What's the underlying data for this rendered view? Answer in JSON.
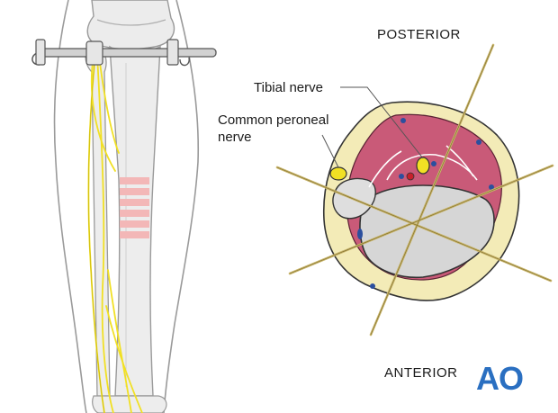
{
  "labels": {
    "posterior": "POSTERIOR",
    "anterior": "ANTERIOR",
    "tibial_nerve": "Tibial nerve",
    "common_peroneal_nerve": "Common peroneal nerve"
  },
  "logo": {
    "text": "AO"
  },
  "colors": {
    "muscle": "#c95a78",
    "subcutaneous_fat": "#f3ebb7",
    "bone": "#d9d9d9",
    "nerve": "#f1e024",
    "artery": "#c8202a",
    "vein": "#2b4f9e",
    "wire": "#c8b46a",
    "logo": "#2a6fc1"
  }
}
